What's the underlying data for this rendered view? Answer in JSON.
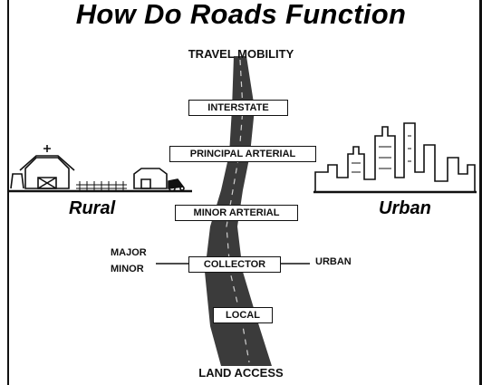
{
  "diagram": {
    "title": "How Do Roads Function",
    "top_caption": "TRAVEL MOBILITY",
    "bottom_caption": "LAND ACCESS",
    "rural_label": "Rural",
    "urban_label": "Urban",
    "road_classes": [
      {
        "label": "INTERSTATE"
      },
      {
        "label": "PRINCIPAL ARTERIAL"
      },
      {
        "label": "MINOR ARTERIAL"
      },
      {
        "label": "COLLECTOR"
      },
      {
        "label": "LOCAL"
      }
    ],
    "collector_left_labels": [
      "MAJOR",
      "MINOR"
    ],
    "collector_right_label": "URBAN"
  }
}
